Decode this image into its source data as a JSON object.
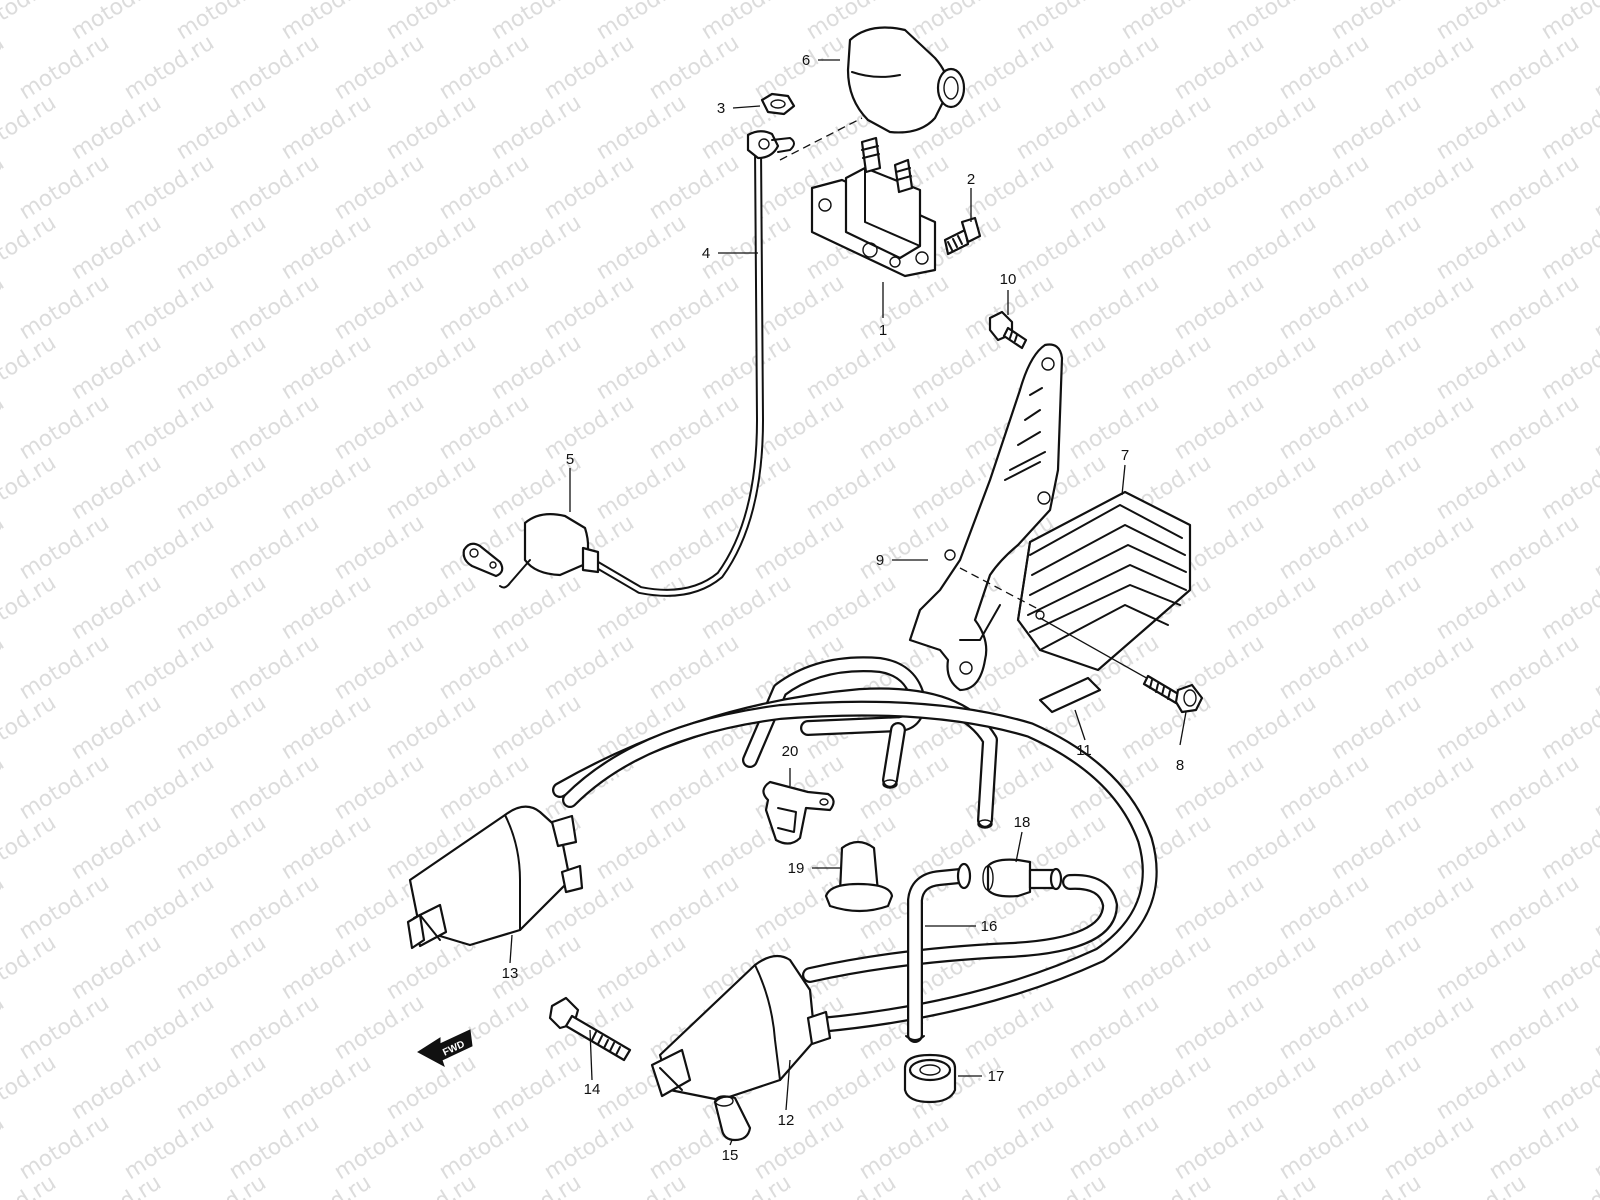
{
  "watermark": "motod.ru",
  "fwd_label": "FWD",
  "callouts": {
    "c1": "1",
    "c2": "2",
    "c3": "3",
    "c4": "4",
    "c5": "5",
    "c6": "6",
    "c7": "7",
    "c8": "8",
    "c9": "9",
    "c10": "10",
    "c11": "11",
    "c12": "12",
    "c13": "13",
    "c14": "14",
    "c15": "15",
    "c16": "16",
    "c17": "17",
    "c18": "18",
    "c19": "19",
    "c20": "20"
  },
  "colors": {
    "line": "#111111",
    "background": "#ffffff",
    "watermark": "#dcdcdc"
  }
}
